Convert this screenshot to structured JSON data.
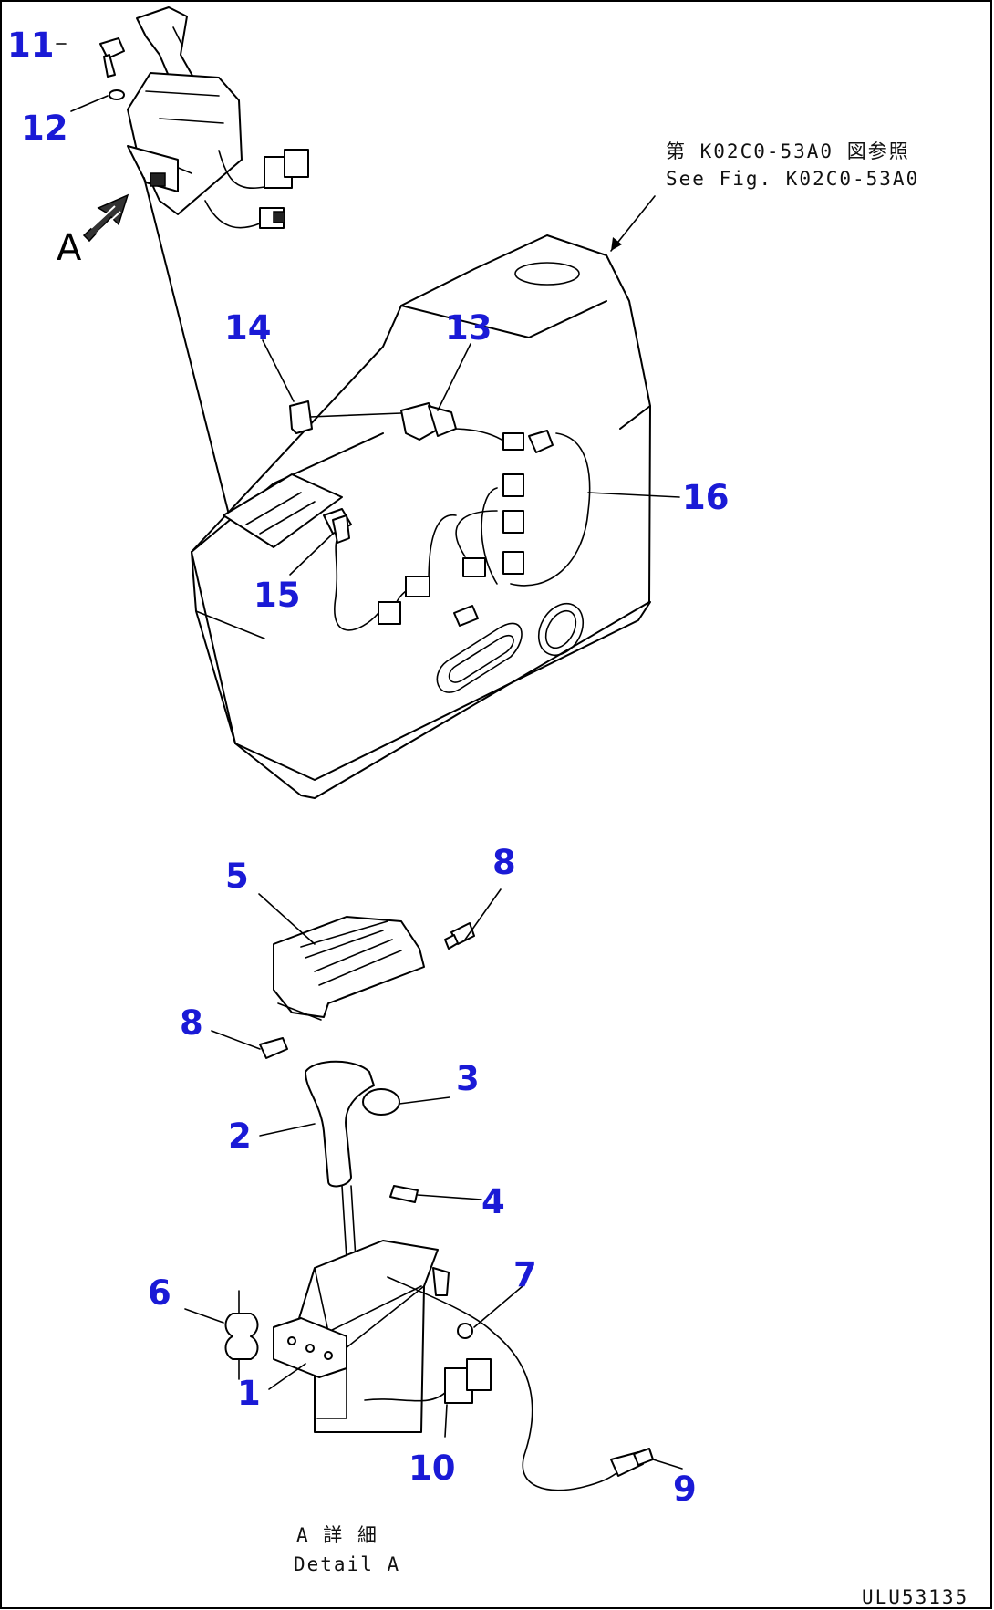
{
  "diagram": {
    "callouts": {
      "n1": "1",
      "n2": "2",
      "n3": "3",
      "n4": "4",
      "n5": "5",
      "n6": "6",
      "n7": "7",
      "n8a": "8",
      "n8b": "8",
      "n9": "9",
      "n10": "10",
      "n11": "11",
      "n12": "12",
      "n13": "13",
      "n14": "14",
      "n15": "15",
      "n16": "16"
    },
    "view_arrow_label": "A",
    "reference_note": {
      "line1": "第 K02C0-53A0 図参照",
      "line2": "See Fig. K02C0-53A0"
    },
    "detail_caption": {
      "line1": "A 詳 細",
      "line2": "Detail A"
    },
    "drawing_number": "ULU53135",
    "colors": {
      "callout": "#1a1ad6",
      "line": "#000000",
      "background": "#ffffff"
    }
  }
}
